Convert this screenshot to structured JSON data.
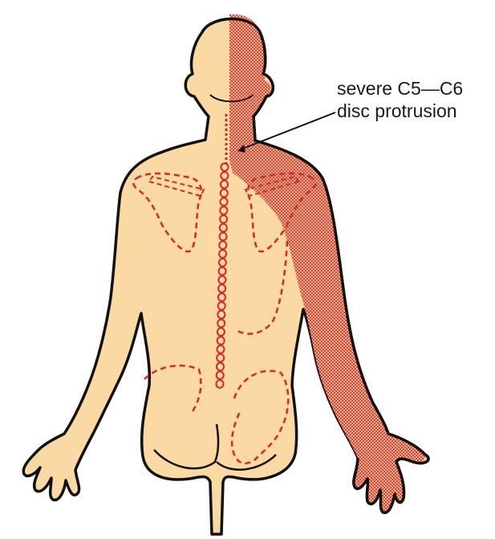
{
  "annotation": {
    "line1": "severe C5—C6",
    "line2": "disc protrusion"
  },
  "colors": {
    "skin": "#fbd9a3",
    "outline": "#111111",
    "pain_region": "#e2574c",
    "pain_hatch": "#c8302a",
    "bone_outline": "#d8262a"
  },
  "body_view": "posterior"
}
